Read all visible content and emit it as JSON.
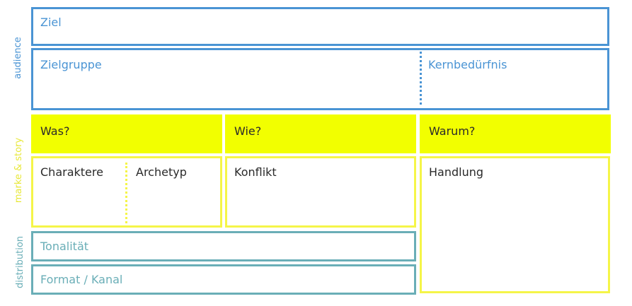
{
  "colors": {
    "audience": "#4a94d4",
    "story": "#f2ff00",
    "story_border": "#f5f548",
    "distribution": "#6aaeb7",
    "text": "#2a2a2a"
  },
  "sections": {
    "audience": "audience",
    "story": "marke & story",
    "distribution": "distribution"
  },
  "audience": {
    "ziel": "Ziel",
    "zielgruppe": "Zielgruppe",
    "kernbeduerfnis": "Kernbedürfnis"
  },
  "story": {
    "was": "Was?",
    "wie": "Wie?",
    "warum": "Warum?",
    "charaktere": "Charaktere",
    "archetyp": "Archetyp",
    "konflikt": "Konflikt",
    "handlung": "Handlung"
  },
  "distribution": {
    "tonalitaet": "Tonalität",
    "format": "Format / Kanal"
  }
}
